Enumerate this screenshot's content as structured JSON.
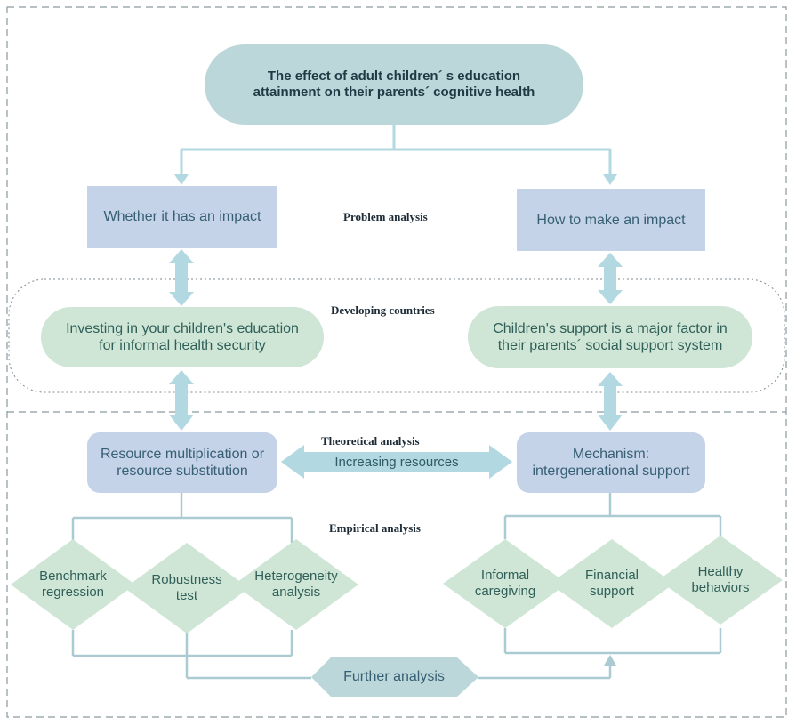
{
  "title": "The effect of adult children´ s education attainment on their parents´ cognitive health",
  "sections": {
    "problem": "Problem analysis",
    "developing": "Developing countries",
    "theoretical": "Theoretical analysis",
    "empirical": "Empirical analysis"
  },
  "left": {
    "question": "Whether it has an impact",
    "context": "Investing in your children's education for informal health security",
    "theory": "Resource multiplication or resource substitution",
    "tests": [
      "Benchmark regression",
      "Robustness test",
      "Heterogeneity analysis"
    ]
  },
  "right": {
    "question": "How to make an impact",
    "context": "Children's support is a major factor in their parents´ social support system",
    "theory": "Mechanism: intergenerational support",
    "channels": [
      "Informal caregiving",
      "Financial support",
      "Healthy behaviors"
    ]
  },
  "link_label": "Increasing resources",
  "further": "Further analysis",
  "colors": {
    "title_fill": "#bcd7d9",
    "box_fill": "#c5d3e8",
    "pill_fill": "#cfe6d6",
    "diamond_fill": "#cfe6d6",
    "arrow": "#b2d8e2",
    "line": "#a9cbd1"
  }
}
